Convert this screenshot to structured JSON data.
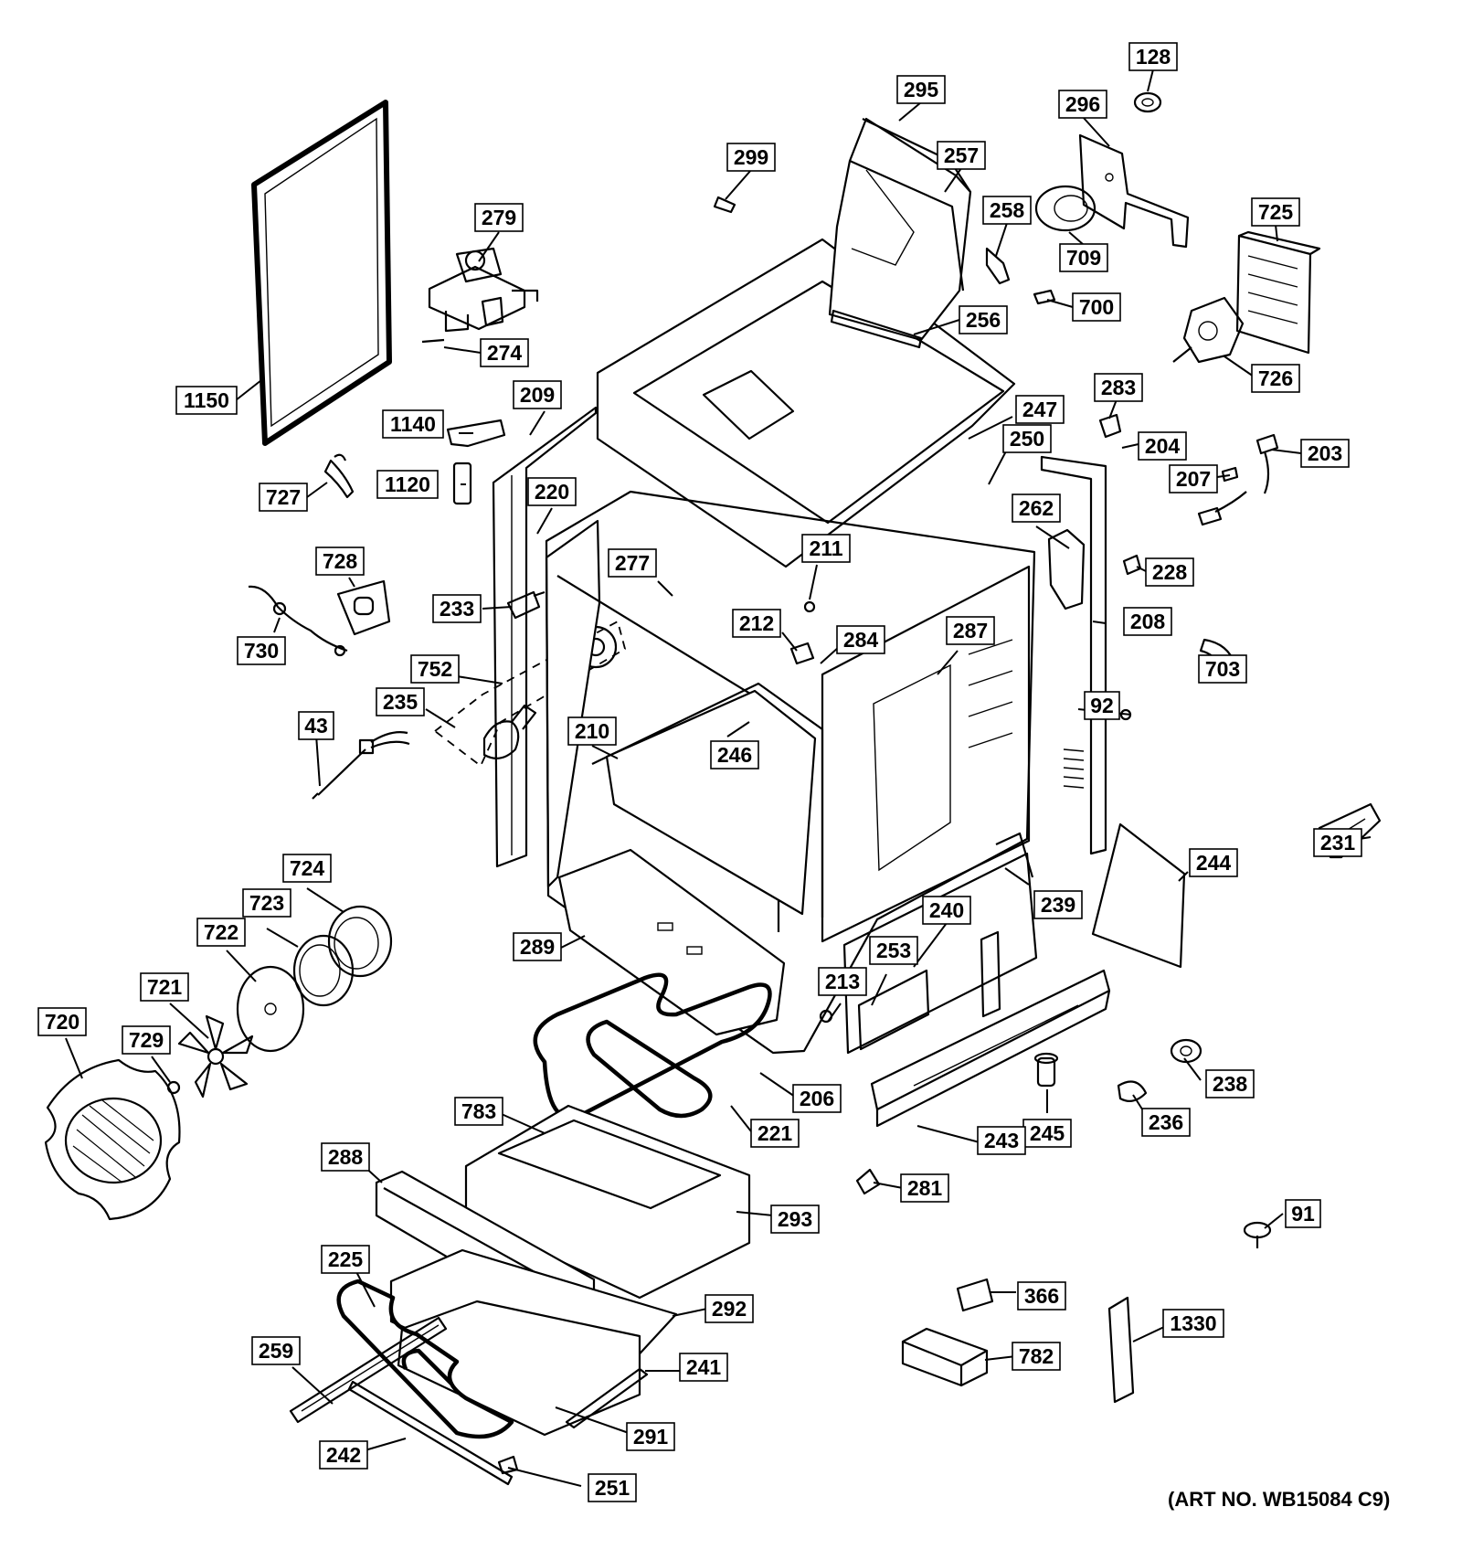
{
  "art_number": "(ART NO. WB15084 C9)",
  "callouts": [
    {
      "label": "128"
    },
    {
      "label": "295"
    },
    {
      "label": "296"
    },
    {
      "label": "299"
    },
    {
      "label": "257"
    },
    {
      "label": "279"
    },
    {
      "label": "258"
    },
    {
      "label": "725"
    },
    {
      "label": "709"
    },
    {
      "label": "700"
    },
    {
      "label": "256"
    },
    {
      "label": "274"
    },
    {
      "label": "726"
    },
    {
      "label": "1150"
    },
    {
      "label": "209"
    },
    {
      "label": "283"
    },
    {
      "label": "247"
    },
    {
      "label": "1140"
    },
    {
      "label": "250"
    },
    {
      "label": "204"
    },
    {
      "label": "203"
    },
    {
      "label": "207"
    },
    {
      "label": "727"
    },
    {
      "label": "1120"
    },
    {
      "label": "220"
    },
    {
      "label": "262"
    },
    {
      "label": "211"
    },
    {
      "label": "228"
    },
    {
      "label": "728"
    },
    {
      "label": "277"
    },
    {
      "label": "233"
    },
    {
      "label": "212"
    },
    {
      "label": "287"
    },
    {
      "label": "208"
    },
    {
      "label": "284"
    },
    {
      "label": "730"
    },
    {
      "label": "703"
    },
    {
      "label": "752"
    },
    {
      "label": "235"
    },
    {
      "label": "92"
    },
    {
      "label": "43"
    },
    {
      "label": "210"
    },
    {
      "label": "246"
    },
    {
      "label": "231"
    },
    {
      "label": "724"
    },
    {
      "label": "244"
    },
    {
      "label": "239"
    },
    {
      "label": "723"
    },
    {
      "label": "240"
    },
    {
      "label": "722"
    },
    {
      "label": "289"
    },
    {
      "label": "253"
    },
    {
      "label": "721"
    },
    {
      "label": "213"
    },
    {
      "label": "720"
    },
    {
      "label": "729"
    },
    {
      "label": "238"
    },
    {
      "label": "206"
    },
    {
      "label": "783"
    },
    {
      "label": "221"
    },
    {
      "label": "236"
    },
    {
      "label": "245"
    },
    {
      "label": "243"
    },
    {
      "label": "288"
    },
    {
      "label": "281"
    },
    {
      "label": "293"
    },
    {
      "label": "91"
    },
    {
      "label": "225"
    },
    {
      "label": "292"
    },
    {
      "label": "366"
    },
    {
      "label": "1330"
    },
    {
      "label": "259"
    },
    {
      "label": "241"
    },
    {
      "label": "782"
    },
    {
      "label": "291"
    },
    {
      "label": "242"
    },
    {
      "label": "251"
    }
  ]
}
